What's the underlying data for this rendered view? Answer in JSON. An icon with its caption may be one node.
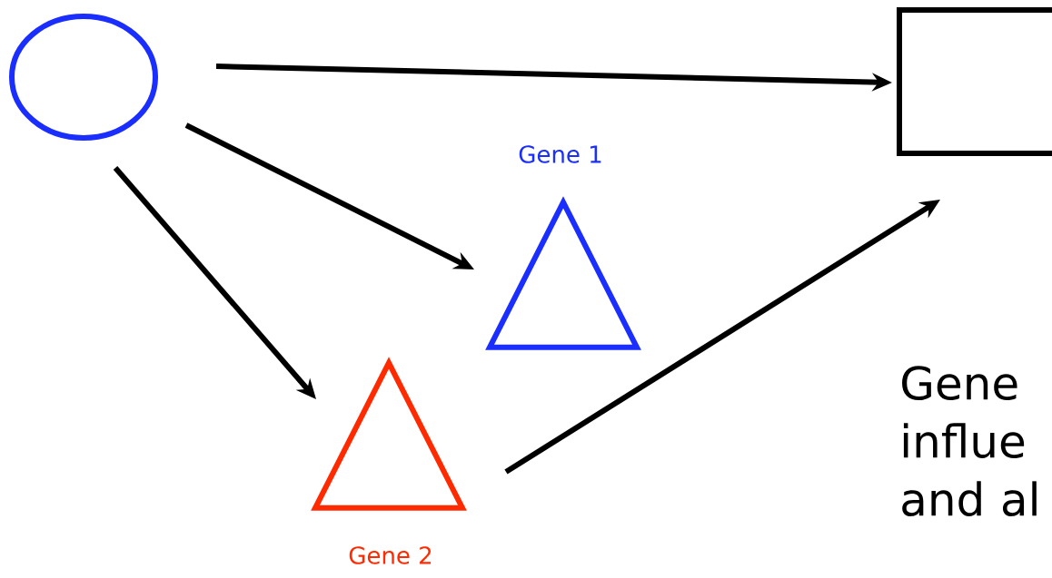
{
  "diagram": {
    "nodes": [
      {
        "text": [],
        "shape": "circle"
      },
      {
        "text": [],
        "shape": "box"
      },
      {
        "text": [],
        "shape": "triangle",
        "beside": [
          "Gene 1"
        ]
      },
      {
        "text": [],
        "shape": "triangle",
        "beside": [
          "Gene 2"
        ]
      }
    ],
    "edges": [
      {
        "from": 0,
        "to": 1,
        "arrow": "to"
      },
      {
        "from": 0,
        "to": 2,
        "arrow": "to"
      },
      {
        "from": 0,
        "to": 3,
        "arrow": "to"
      },
      {
        "from": 3,
        "to": 1,
        "arrow": "to"
      }
    ],
    "labels": [
      "Gene influe and al"
    ]
  }
}
